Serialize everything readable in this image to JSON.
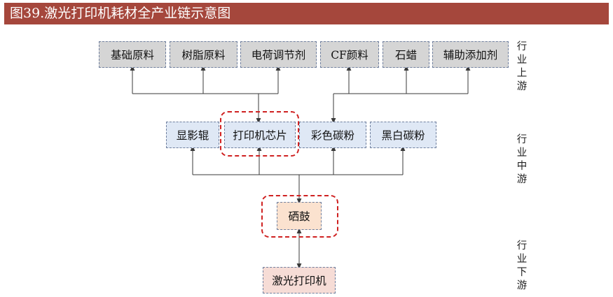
{
  "title": "图39.激光打印机耗材全产业链示意图",
  "upstream": [
    "基础原料",
    "树脂原料",
    "电荷调节剂",
    "CF颜料",
    "石蜡",
    "辅助添加剂"
  ],
  "midstream": [
    "显影辊",
    "打印机芯片",
    "彩色碳粉",
    "黑白碳粉"
  ],
  "drum": "硒鼓",
  "printer": "激光打印机",
  "side_labels": {
    "upstream": [
      "行",
      "业",
      "上",
      "游"
    ],
    "midstream": [
      "行",
      "业",
      "中",
      "游"
    ],
    "downstream": [
      "行",
      "业",
      "下",
      "游"
    ]
  },
  "colors": {
    "header_bg": "#a5473c",
    "upstream_box": "#d5d5d5",
    "midstream_box": "#dfe8f5",
    "drum_box": "#fbe2cf",
    "printer_box": "#f6dcd6",
    "highlight": "#cf2121"
  }
}
